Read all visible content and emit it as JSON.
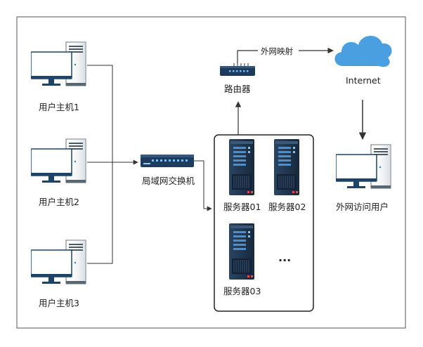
{
  "hosts": [
    {
      "label": "用户主机1"
    },
    {
      "label": "用户主机2"
    },
    {
      "label": "用户主机3"
    }
  ],
  "switch": {
    "label": "局域网交换机"
  },
  "router": {
    "label": "路由器"
  },
  "nat_edge": {
    "label": "外网映射"
  },
  "internet": {
    "label": "Internet"
  },
  "servers": [
    {
      "label": "服务器01"
    },
    {
      "label": "服务器02"
    },
    {
      "label": "服务器03"
    }
  ],
  "more_servers": {
    "label": "..."
  },
  "external_user": {
    "label": "外网访问用户"
  },
  "colors": {
    "frame": "#555555",
    "link": "#333333",
    "cloud": "#4a9fe0",
    "switch_body": "#1e3a5c",
    "server_body": "#243a52",
    "monitor": "#1b4468",
    "tower": "#6a7a88"
  }
}
